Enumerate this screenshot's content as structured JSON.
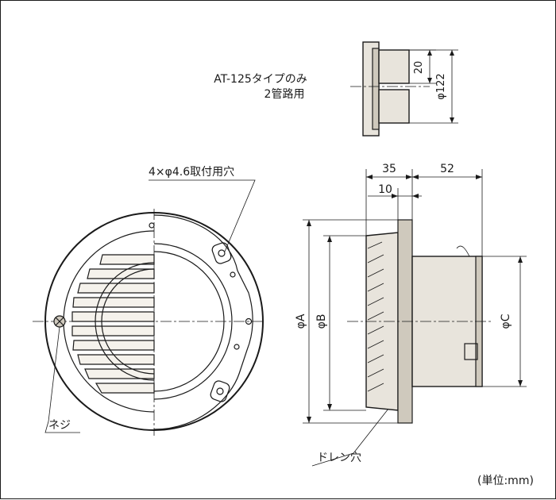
{
  "notes": {
    "model_only": "AT-125タイプのみ",
    "two_pipe": "2管路用",
    "mount_holes": "4×φ4.6取付用穴",
    "screw": "ネジ",
    "drain_hole": "ドレン穴",
    "unit": "(単位:mm)"
  },
  "dimensions": {
    "top_20": "20",
    "top_phi122": "φ122",
    "dim_35": "35",
    "dim_52": "52",
    "dim_10": "10",
    "phi_a": "φA",
    "phi_b": "φB",
    "phi_c": "φC"
  }
}
